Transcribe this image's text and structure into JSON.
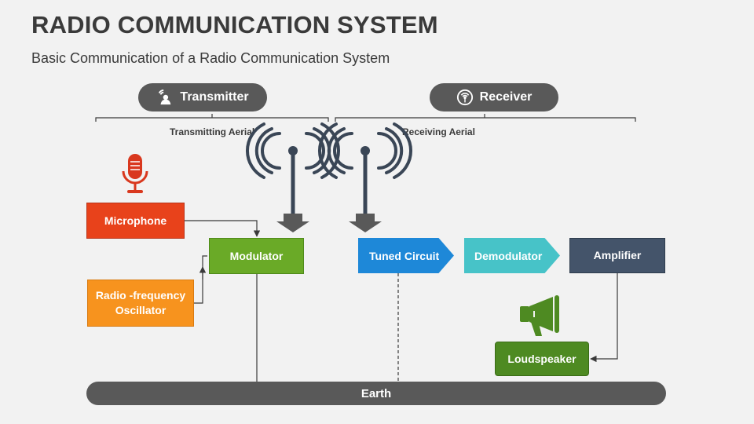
{
  "title": "RADIO COMMUNICATION SYSTEM",
  "subtitle": "Basic Communication of a Radio Communication System",
  "sections": {
    "transmitter": "Transmitter",
    "receiver": "Receiver"
  },
  "aerials": {
    "transmitting": "Transmitting Aerial",
    "receiving": "Receiving Aerial"
  },
  "blocks": {
    "microphone": "Microphone",
    "modulator": "Modulator",
    "oscillator_line1": "Radio -frequency",
    "oscillator_line2": "Oscillator",
    "tuned_circuit": "Tuned Circuit",
    "demodulator": "Demodulator",
    "amplifier": "Amplifier",
    "loudspeaker": "Loudspeaker",
    "earth": "Earth"
  },
  "colors": {
    "microphone": "#e8421b",
    "modulator": "#6aaa27",
    "oscillator": "#f7931e",
    "tuned_circuit": "#1e88d8",
    "demodulator": "#47c3c8",
    "amplifier": "#44546a",
    "loudspeaker": "#4e8a22",
    "dark": "#595959"
  },
  "icons": {
    "microphone": "microphone-icon",
    "megaphone": "megaphone-icon",
    "antenna": "antenna-icon",
    "transmitter": "transmitter-icon",
    "receiver": "receiver-icon"
  }
}
